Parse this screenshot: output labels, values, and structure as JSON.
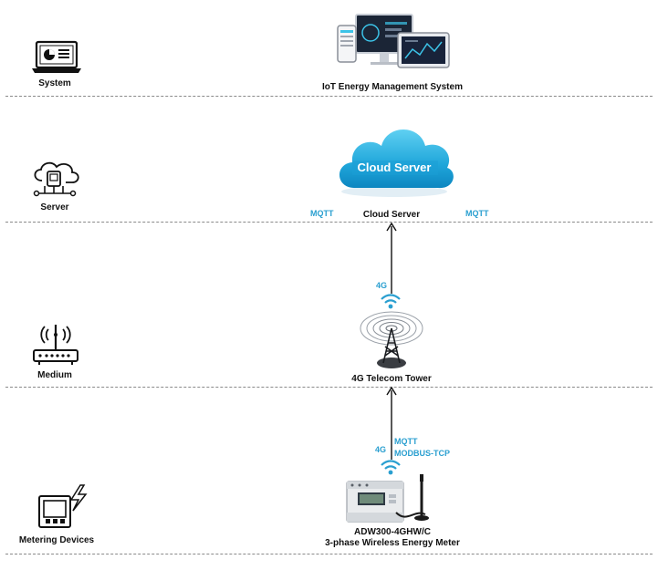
{
  "tiers": [
    {
      "label": "System",
      "icon": "laptop-chart-icon"
    },
    {
      "label": "Server",
      "icon": "cloud-server-icon"
    },
    {
      "label": "Medium",
      "icon": "router-icon"
    },
    {
      "label": "Metering Devices",
      "icon": "meter-device-icon"
    }
  ],
  "nodes": {
    "system": {
      "label": "IoT Energy Management System",
      "icon": "multi-device-dashboard-icon"
    },
    "cloud": {
      "label": "Cloud Server",
      "inner_text": "Cloud Server",
      "icon": "cloud-icon"
    },
    "tower": {
      "label": "4G Telecom Tower",
      "icon": "telecom-tower-icon"
    },
    "meter": {
      "label_line1": "ADW300-4GHW/C",
      "label_line2": "3-phase Wireless Energy Meter",
      "icon": "energy-meter-icon"
    }
  },
  "protocols": {
    "cloud_left": "MQTT",
    "cloud_right": "MQTT",
    "tower_link": "4G",
    "meter_link": "4G",
    "meter_proto_1": "MQTT",
    "meter_proto_2": "MODBUS-TCP"
  },
  "colors": {
    "accent": "#2a9fd0",
    "cloud": "#4bbde6",
    "divider": "#8a8a8a"
  }
}
